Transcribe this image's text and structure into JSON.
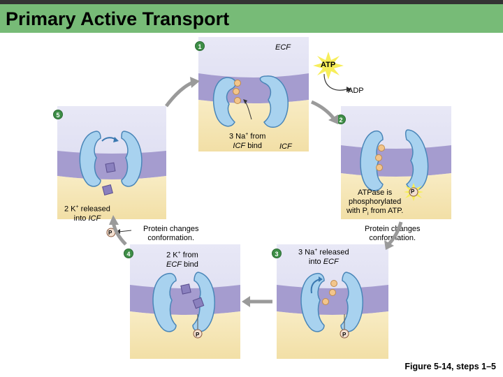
{
  "header": {
    "title": "Primary Active Transport"
  },
  "steps": [
    "1",
    "2",
    "3",
    "4",
    "5"
  ],
  "labels": {
    "ecf_top": "ECF",
    "atp": "ATP",
    "adp": "ADP",
    "na_bind_line1": "3 Na",
    "na_bind_sup": "+",
    "na_bind_line1_rest": " from",
    "na_bind_line2_it": "ICF",
    "na_bind_line2_rest": " bind",
    "icf_mid": "ICF",
    "atpase_line1": "ATPase is",
    "atpase_line2": "phosphorylated",
    "atpase_line3a": "with P",
    "atpase_line3sub": "i",
    "atpase_line3b": " from ATP.",
    "k_release_line1a": "2 K",
    "k_release_sup": "+",
    "k_release_line1b": " released",
    "k_release_line2a": "into ",
    "k_release_line2it": "ICF",
    "conf_left_line1": "Protein changes",
    "conf_left_line2": "conformation.",
    "conf_right_line1": "Protein changes",
    "conf_right_line2": "conformation.",
    "k_bind_line1a": "2 K",
    "k_bind_sup": "+",
    "k_bind_line1b": " from",
    "k_bind_line2it": "ECF",
    "k_bind_line2b": " bind",
    "na_release_line1a": "3 Na",
    "na_release_sup": "+",
    "na_release_line1b": " released",
    "na_release_line2a": "into ",
    "na_release_line2it": "ECF",
    "phosphate": "P"
  },
  "caption": "Figure 5-14, steps 1–5",
  "colors": {
    "title_bar": "#77bb77",
    "ecf_bg": "#dcdcf0",
    "membrane": "#a59ccf",
    "icf_bg": "#f6e6b4",
    "protein": "#a8d2ef",
    "protein_stroke": "#4a86b8",
    "sodium": "#f2c58b",
    "potassium": "#8a80be",
    "atp_burst": "#f7ee5a",
    "step_badge": "#3e8e47"
  }
}
